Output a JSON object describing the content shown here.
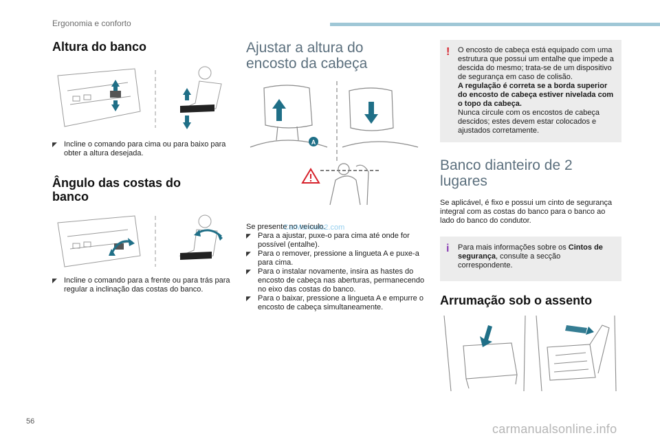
{
  "header": {
    "section": "Ergonomia e conforto",
    "accent_color": "#9fc7d6"
  },
  "seat_height": {
    "title": "Altura do banco",
    "items": [
      "Incline o comando para cima ou para baixo para obter a altura desejada."
    ]
  },
  "backrest": {
    "title": "Ângulo das costas do banco",
    "items": [
      "Incline o comando para a frente ou para trás para regular a inclinação das costas do banco."
    ]
  },
  "headrest": {
    "title": "Ajustar a altura do encosto da cabeça",
    "tab_label": "A",
    "intro": "Se presente no veículo.",
    "items": [
      "Para a ajustar, puxe-o para cima até onde for possível (entalhe).",
      "Para o remover, pressione a lingueta A e puxe-a para cima.",
      "Para o instalar novamente, insira as hastes do encosto de cabeça nas aberturas, permanecendo no eixo das costas do banco.",
      "Para o baixar, pressione a lingueta A e empurre o encosto de cabeça simultaneamente."
    ]
  },
  "warning": {
    "text1": "O encosto de cabeça está equipado com uma estrutura que possui um entalhe que impede a descida do mesmo; trata-se de um dispositivo de segurança em caso de colisão.",
    "bold": "A regulação é correta se a borda superior do encosto de cabeça estiver nivelada com o topo da cabeça.",
    "text2": "Nunca circule com os encostos de cabeça descidos; estes devem estar colocados e ajustados corretamente."
  },
  "bench": {
    "title": "Banco dianteiro de 2 lugares",
    "text": "Se aplicável, é fixo e possui um cinto de segurança integral com as costas do banco para o banco ao lado do banco do condutor."
  },
  "info": {
    "prefix": "Para mais informações sobre os ",
    "bold": "Cintos de segurança",
    "suffix": ", consulte a secção correspondente."
  },
  "storage": {
    "title": "Arrumação sob o assento"
  },
  "page_number": "56",
  "watermark": "carmanualsonline.info",
  "watermark_mid": "CarManuals2.com",
  "colors": {
    "arrow": "#1f6f87",
    "warning": "#d6202a",
    "info": "#8b3fb5",
    "note_bg": "#ececec"
  }
}
